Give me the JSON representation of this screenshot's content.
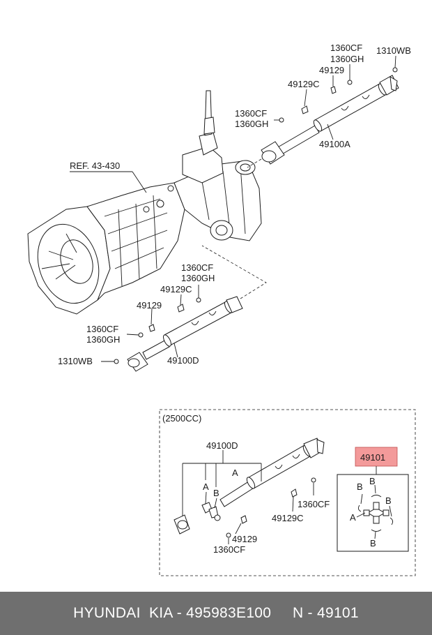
{
  "labels": {
    "top_1360cf": "1360CF",
    "top_1360gh": "1360GH",
    "top_1310wb": "1310WB",
    "top_49129": "49129",
    "top_49129c": "49129C",
    "mid_1360cf": "1360CF",
    "mid_1360gh": "1360GH",
    "top_49100a": "49100A",
    "ref": "REF. 43-430",
    "low_1360cf": "1360CF",
    "low_1360gh": "1360GH",
    "low_49129c": "49129C",
    "low_49129": "49129",
    "low2_1360cf": "1360CF",
    "low2_1360gh": "1360GH",
    "low_1310wb": "1310WB",
    "low_49100d": "49100D",
    "box_title": "(2500CC)",
    "box_49100d": "49100D",
    "box_a1": "A",
    "box_a2": "A",
    "box_b1": "B",
    "box_1360cf_r": "1360CF",
    "box_49129c": "49129C",
    "box_49129": "49129",
    "box_1360cf_b": "1360CF",
    "highlight_part": "49101",
    "uj_b_top": "B",
    "uj_b_left": "B",
    "uj_b_right": "B",
    "uj_a": "A",
    "uj_b_bottom": "B"
  },
  "footer": {
    "brand": "HYUNDAI  KIA - 495983E100",
    "part": "N - 49101"
  },
  "colors": {
    "highlight_fill": "#f39a9a",
    "footer_bg": "#6f6f6f"
  }
}
